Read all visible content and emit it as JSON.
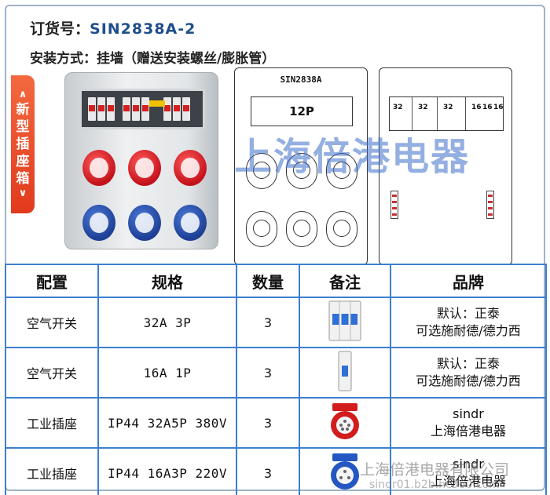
{
  "header": {
    "order_label": "订货号：",
    "order_code": "SIN2838A-2",
    "mount_text": "安装方式：挂墙（赠送安装螺丝/膨胀管）"
  },
  "side_tab": {
    "top_arrow": "∧",
    "text": [
      "新",
      "型",
      "插",
      "座",
      "箱"
    ],
    "bottom_arrow": "∨"
  },
  "schematic": {
    "model": "SIN2838A",
    "window_label": "12P",
    "rail_labels": [
      "32",
      "32",
      "32",
      "16",
      "16",
      "16"
    ]
  },
  "watermark": "上海倍港电器",
  "table": {
    "headers": [
      "配置",
      "规格",
      "数量",
      "备注",
      "品牌"
    ],
    "rows": [
      {
        "config": "空气开关",
        "spec": "32A 3P",
        "qty": "3",
        "remark_icon": "three-pole-breaker-icon",
        "brand_line1": "默认：正泰",
        "brand_line2": "可选施耐德/德力西"
      },
      {
        "config": "空气开关",
        "spec": "16A 1P",
        "qty": "3",
        "remark_icon": "single-pole-breaker-icon",
        "brand_line1": "默认：正泰",
        "brand_line2": "可选施耐德/德力西"
      },
      {
        "config": "工业插座",
        "spec": "IP44 32A5P 380V",
        "qty": "3",
        "remark_icon": "red-industrial-socket-icon",
        "brand_line1": "sindr",
        "brand_line2": "上海倍港电器"
      },
      {
        "config": "工业插座",
        "spec": "IP44 16A3P 220V",
        "qty": "3",
        "remark_icon": "blue-industrial-socket-icon",
        "brand_line1": "sindr",
        "brand_line2": "上海倍港电器"
      }
    ]
  },
  "footer": {
    "company": "上海倍港电器有限公司",
    "url": "sindr01.b2b.hc360.com"
  },
  "colors": {
    "order_code": "#1f4e8c",
    "table_border": "#3c7fcf",
    "side_tab": "#e8482a",
    "socket_red": "#c4121b",
    "socket_blue": "#1d3f94"
  }
}
